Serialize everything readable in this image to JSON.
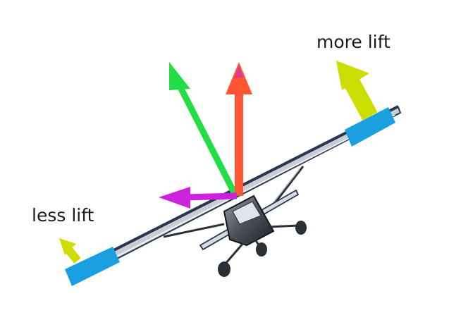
{
  "labels": {
    "more_lift": "more lift",
    "less_lift": "less lift"
  },
  "colors": {
    "lift_arrow_red": "#ff5533",
    "resultant_arrow_green": "#22dd44",
    "side_force_arrow_magenta": "#cc22dd",
    "aileron_lift_arrow_yellow": "#ccdd00",
    "aileron_blue": "#1aa0e0",
    "wing_dark": "#2a3550",
    "wing_light": "#c8ccd4"
  },
  "icons": [
    "airplane-icon",
    "lift-arrow",
    "resultant-arrow",
    "side-force-arrow",
    "more-lift-arrow",
    "less-lift-arrow"
  ]
}
